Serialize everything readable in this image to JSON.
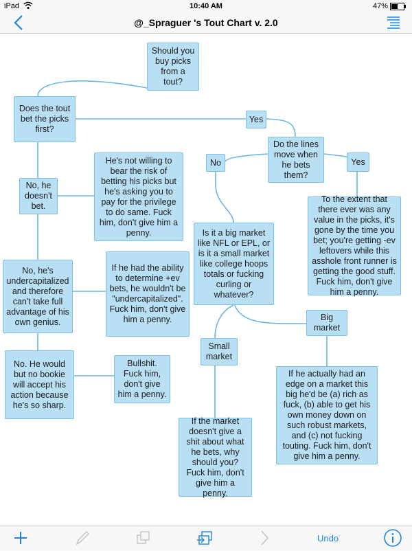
{
  "status": {
    "device": "iPad",
    "time": "10:40 AM",
    "battery": "47%"
  },
  "header": {
    "title": "@_Spraguer 's Tout Chart v. 2.0",
    "back_icon": "chevron-left-icon",
    "menu_icon": "list-icon"
  },
  "nodes": {
    "q_buy": "Should you buy picks from a tout?",
    "q_bet_first": "Does the tout bet the picks first?",
    "yes_top": "Yes",
    "q_lines_move": "Do the lines move when he bets them?",
    "no_lines": "No",
    "yes_lines": "Yes",
    "no_doesnt_bet": "No, he doesn't bet.",
    "not_willing": "He's not willing to bear the risk of betting his picks but he's asking you to pay for the privilege to do same. Fuck him, don't give him a penny.",
    "value_gone": "To the extent that there ever was any value in the picks, it's gone by the time you bet; you're getting -ev leftovers while this asshole front runner is getting the good stuff. Fuck him, don't give him a penny.",
    "q_big_market": "Is it a big market like NFL or EPL, or is it a small market like college hoops totals or fucking curling or whatever?",
    "undercap": "No, he's undercapitalized and therefore can't take full advantage of his own genius.",
    "if_ability": "If he had the ability to determine +ev bets, he wouldn't be \"undercapitalized\". Fuck him, don't give him a penny.",
    "big_market": "Big market",
    "small_market": "Small market",
    "no_bookie": "No. He would but no bookie will accept his action because he's so sharp.",
    "bullshit": "Bullshit. Fuck him, don't give him a penny.",
    "edge_big": "If he actually had an edge on a market this big he'd be (a) rich as fuck, (b) able to get his own money down on such robust markets, and (c) not fucking touting. Fuck him, don't give him a penny.",
    "small_answer": "If the market doesn't give a shit about what he bets, why should you? Fuck him, don't give him a penny."
  },
  "toolbar": {
    "undo_label": "Undo"
  },
  "colors": {
    "node_fill": "#b9dff5",
    "node_border": "#7cc0e6",
    "accent": "#1a84e8",
    "line": "#6bb6e0"
  }
}
